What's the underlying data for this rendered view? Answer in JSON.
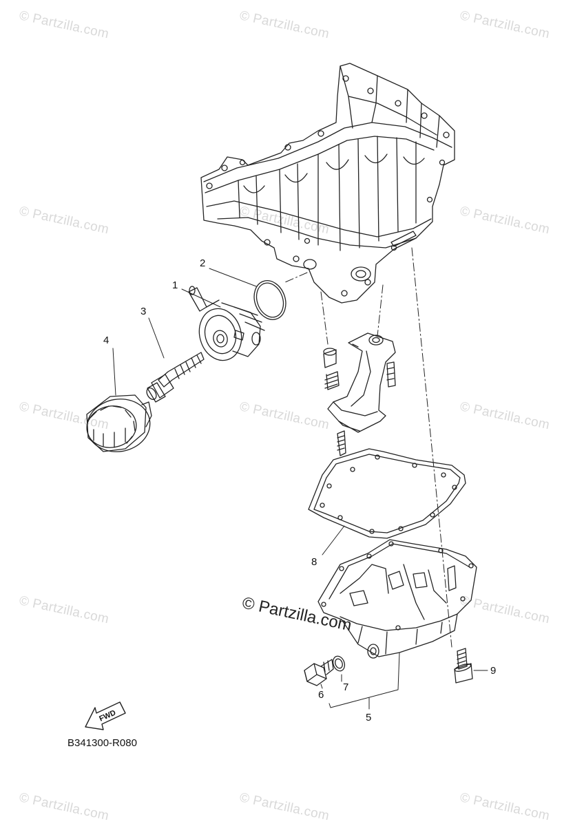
{
  "watermark": "© Partzilla.com",
  "center_watermark": "© Partzilla.com",
  "diagram_code": "B341300-R080",
  "fwd_label": "FWD",
  "callouts": {
    "c1": "1",
    "c2": "2",
    "c3": "3",
    "c4": "4",
    "c5": "5",
    "c6": "6",
    "c7": "7",
    "c8": "8",
    "c9": "9"
  },
  "colors": {
    "line": "#222222",
    "watermark": "#d9d9d9",
    "background": "#ffffff"
  }
}
